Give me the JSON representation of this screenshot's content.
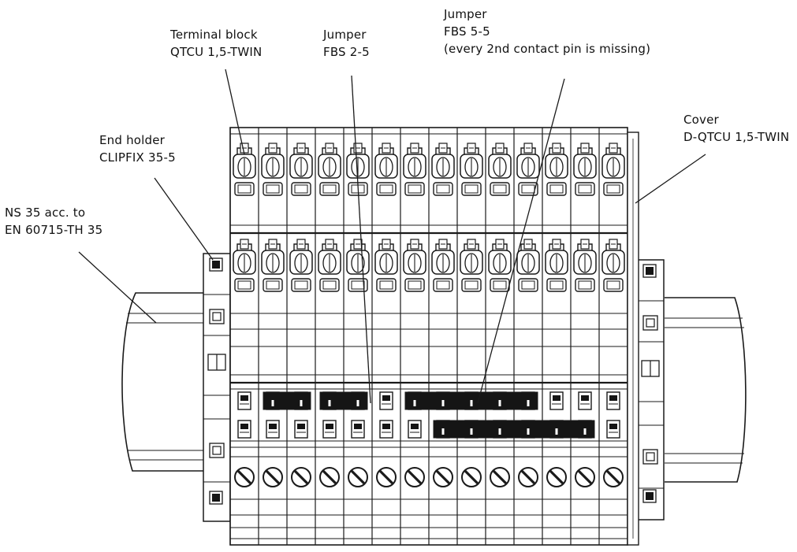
{
  "labels": {
    "terminal_block": {
      "line1": "Terminal block",
      "line2": "QTCU 1,5-TWIN"
    },
    "jumper_fbs2": {
      "line1": "Jumper",
      "line2": "FBS 2-5"
    },
    "jumper_fbs5": {
      "line1": "Jumper",
      "line2": "FBS 5-5",
      "line3": "(every 2nd contact pin is missing)"
    },
    "end_holder": {
      "line1": "End holder",
      "line2": "CLIPFIX 35-5"
    },
    "cover": {
      "line1": "Cover",
      "line2": "D-QTCU 1,5-TWIN"
    },
    "rail": {
      "line1": "NS 35 acc. to",
      "line2": "EN 60715-TH 35"
    }
  },
  "block": {
    "terminal_count": 14,
    "fbs2_jumpers": [
      [
        2,
        3
      ],
      [
        4,
        5
      ]
    ],
    "fbs5_jumpers": [
      [
        7,
        11
      ],
      [
        8,
        13
      ]
    ]
  },
  "colors": {
    "ink": "#1a1a1a",
    "jumper": "#151515",
    "paper": "#ffffff"
  }
}
